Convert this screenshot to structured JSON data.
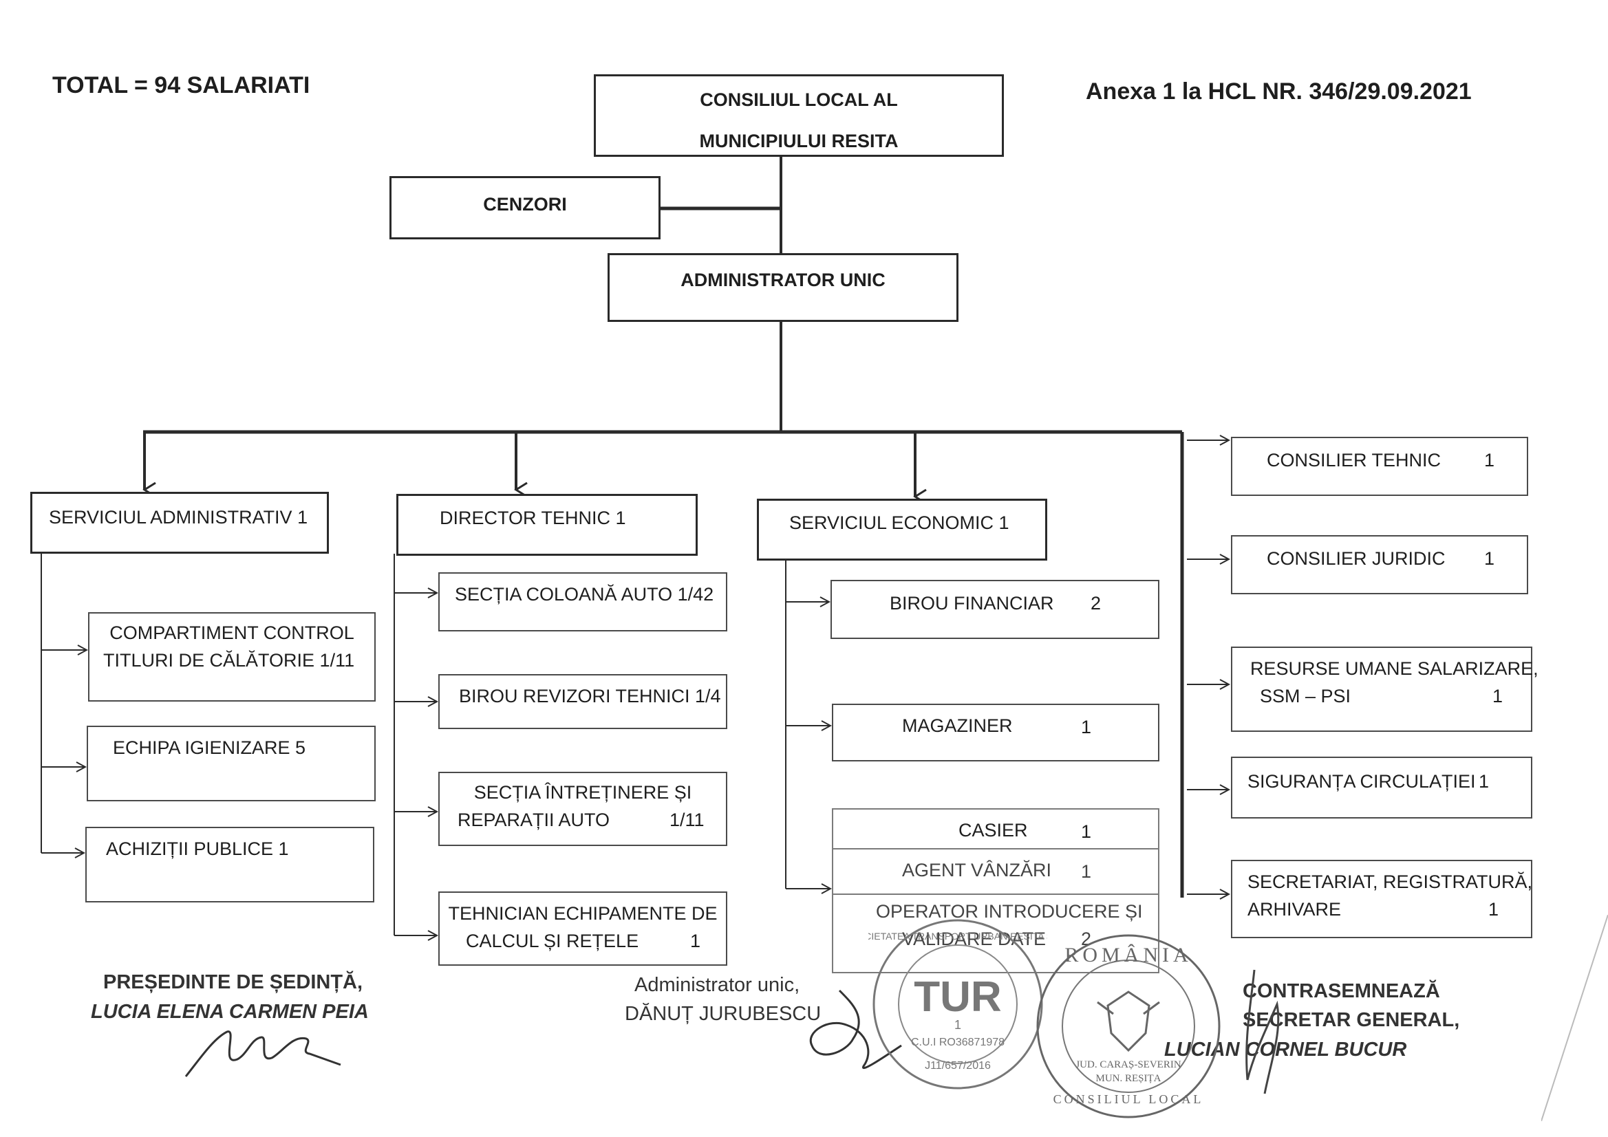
{
  "header": {
    "total": "TOTAL = 94 SALARIATI",
    "annex": "Anexa 1 la HCL NR. 346/29.09.2021"
  },
  "top": {
    "council_line1": "CONSILIUL LOCAL AL",
    "council_line2": "MUNICIPIULUI RESITA",
    "cenzori": "CENZORI",
    "administrator": "ADMINISTRATOR UNIC"
  },
  "admin_service": {
    "title": "SERVICIUL  ADMINISTRATIV  1",
    "items": [
      {
        "line1": "COMPARTIMENT CONTROL",
        "line2": "TITLURI DE CĂLĂTORIE   1/11"
      },
      {
        "line1": "ECHIPA  IGIENIZARE         5"
      },
      {
        "line1": "ACHIZIȚII  PUBLICE           1"
      }
    ]
  },
  "technical": {
    "title": "DIRECTOR  TEHNIC         1",
    "items": [
      {
        "line1": "SECȚIA COLOANĂ AUTO  1/42"
      },
      {
        "line1": "BIROU REVIZORI TEHNICI 1/4"
      },
      {
        "line1": "SECȚIA ÎNTREȚINERE ȘI",
        "line2": "REPARAȚII AUTO",
        "count": "1/11"
      },
      {
        "line1": "TEHNICIAN ECHIPAMENTE DE",
        "line2": "CALCUL ȘI REȚELE",
        "count": "1"
      }
    ]
  },
  "economic": {
    "title": "SERVICIUL ECONOMIC    1",
    "items": [
      {
        "label": "BIROU FINANCIAR",
        "count": "2"
      },
      {
        "label": "MAGAZINER",
        "count": "1"
      },
      {
        "label": "CASIER",
        "count": "1"
      },
      {
        "label": "AGENT VÂNZĂRI",
        "count": "1"
      },
      {
        "line1": "OPERATOR INTRODUCERE ȘI",
        "line2": "VALIDARE DATE",
        "count": "2"
      }
    ]
  },
  "advisors": [
    {
      "label": "CONSILIER TEHNIC",
      "count": "1"
    },
    {
      "label": "CONSILIER JURIDIC",
      "count": "1"
    },
    {
      "line1": "RESURSE UMANE SALARIZARE,",
      "line2": "SSM – PSI",
      "count": "1"
    },
    {
      "label": "SIGURANȚA CIRCULAȚIEI",
      "count": "1"
    },
    {
      "line1": "SECRETARIAT, REGISTRATURĂ,",
      "line2": "ARHIVARE",
      "count": "1"
    }
  ],
  "signatures": {
    "president_title": "PREȘEDINTE DE ȘEDINȚĂ,",
    "president_name": "LUCIA ELENA CARMEN PEIA",
    "admin_title": "Administrator unic,",
    "admin_name": "DĂNUȚ JURUBESCU",
    "counter_title": "CONTRASEMNEAZĂ",
    "secretary_title": "SECRETAR GENERAL,",
    "secretary_name": "LUCIAN CORNEL BUCUR"
  },
  "stamps": {
    "company_text": "SOCIETATEA TRANSPORT URBAN RESITA SRL",
    "company_logo": "TUR",
    "company_number": "1",
    "company_cui": "C.U.I RO36871978",
    "company_reg": "J11/657/2016",
    "council_top": "ROMÂNIA",
    "council_left": "JUD. CARAȘ-SEVERIN",
    "council_right": "MUN. REȘIȚA",
    "council_bottom": "CONSILIUL LOCAL"
  },
  "colors": {
    "ink": "#1e1e1e",
    "stamp": "#6a6a6a"
  }
}
